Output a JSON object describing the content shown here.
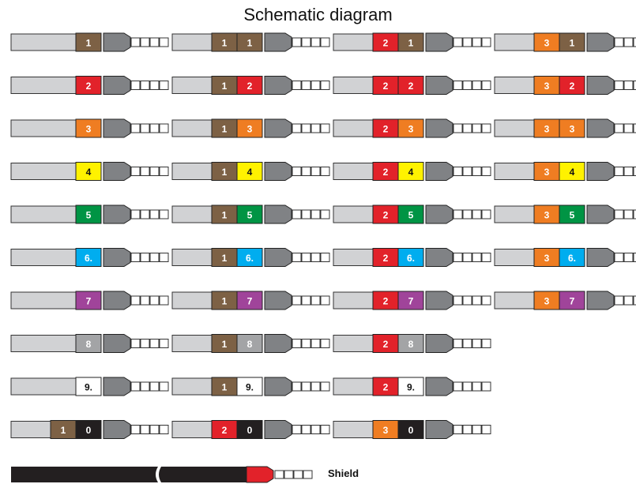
{
  "title": "Schematic diagram",
  "colors": {
    "1": "#7d6145",
    "2": "#e2222a",
    "3": "#ef7d22",
    "4": "#fff200",
    "5": "#009444",
    "6": "#00adef",
    "7": "#a0449a",
    "8": "#a3a4a6",
    "9": "#ffffff",
    "0": "#231f20",
    "sleeve": "#d1d2d4",
    "crimp": "#808285",
    "shield": "#231f20",
    "shield_ferrule": "#e2222a"
  },
  "columns": [
    {
      "items": [
        {
          "digits": [
            "1"
          ]
        },
        {
          "digits": [
            "2"
          ]
        },
        {
          "digits": [
            "3"
          ]
        },
        {
          "digits": [
            "4"
          ]
        },
        {
          "digits": [
            "5"
          ]
        },
        {
          "digits": [
            "6."
          ]
        },
        {
          "digits": [
            "7"
          ]
        },
        {
          "digits": [
            "8"
          ]
        },
        {
          "digits": [
            "9."
          ]
        },
        {
          "digits": [
            "1",
            "0"
          ]
        }
      ]
    },
    {
      "items": [
        {
          "digits": [
            "1",
            "1"
          ]
        },
        {
          "digits": [
            "1",
            "2"
          ]
        },
        {
          "digits": [
            "1",
            "3"
          ]
        },
        {
          "digits": [
            "1",
            "4"
          ]
        },
        {
          "digits": [
            "1",
            "5"
          ]
        },
        {
          "digits": [
            "1",
            "6."
          ]
        },
        {
          "digits": [
            "1",
            "7"
          ]
        },
        {
          "digits": [
            "1",
            "8"
          ]
        },
        {
          "digits": [
            "1",
            "9."
          ]
        },
        {
          "digits": [
            "2",
            "0"
          ]
        }
      ]
    },
    {
      "items": [
        {
          "digits": [
            "2",
            "1"
          ]
        },
        {
          "digits": [
            "2",
            "2"
          ]
        },
        {
          "digits": [
            "2",
            "3"
          ]
        },
        {
          "digits": [
            "2",
            "4"
          ]
        },
        {
          "digits": [
            "2",
            "5"
          ]
        },
        {
          "digits": [
            "2",
            "6."
          ]
        },
        {
          "digits": [
            "2",
            "7"
          ]
        },
        {
          "digits": [
            "2",
            "8"
          ]
        },
        {
          "digits": [
            "2",
            "9."
          ]
        },
        {
          "digits": [
            "3",
            "0"
          ]
        }
      ]
    },
    {
      "items": [
        {
          "digits": [
            "3",
            "1"
          ]
        },
        {
          "digits": [
            "3",
            "2"
          ]
        },
        {
          "digits": [
            "3",
            "3"
          ]
        },
        {
          "digits": [
            "3",
            "4"
          ]
        },
        {
          "digits": [
            "3",
            "5"
          ]
        },
        {
          "digits": [
            "3",
            "6."
          ]
        },
        {
          "digits": [
            "3",
            "7"
          ]
        }
      ]
    }
  ],
  "shield_label": "Shield"
}
